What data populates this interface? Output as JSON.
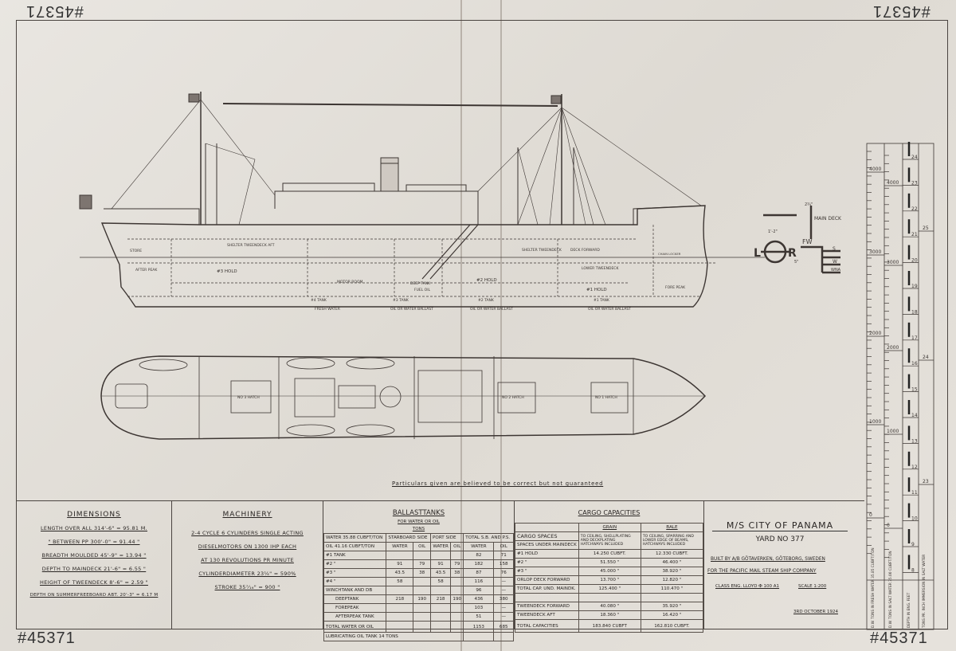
{
  "drawing_number": "#45371",
  "note": "Particulars given are believed to be correct but not guaranteed",
  "profile_labels": {
    "store": "Store",
    "after_peak": "After peak",
    "hold3": "#3 Hold",
    "motor_room": "Motor room",
    "shelter_aft": "Shelter tweendeck aft",
    "deep_tank": "Deep tank",
    "fuel_oil": "Fuel oil",
    "hold2": "#2 Hold",
    "shelter_fwd_1": "Shelter tweendeck",
    "shelter_fwd_2": "Deck forward",
    "lower_tween": "Lower tweendeck",
    "hold1": "#1 Hold",
    "fore_peak": "Fore peak",
    "chain_locker": "Chain locker",
    "tank4": "#4 Tank",
    "fresh_water": "Fresh water",
    "tank3": "#3 Tank",
    "tank2": "#2 Tank",
    "tank1": "#1 Tank",
    "ballast": "Oil or water ballast"
  },
  "plan_labels": {
    "hatch3": "No 3 hatch",
    "hatch2": "No 2 hatch",
    "hatch1": "No 1 hatch"
  },
  "freeboard_mark": {
    "main_deck": "Main deck",
    "fw": "FW",
    "l": "L",
    "r": "R",
    "s": "S",
    "w": "W",
    "wna": "WNA",
    "dim1": "2¾\"",
    "dim2": "1'-2\"",
    "dim3": "5\""
  },
  "dimensions": {
    "title": "Dimensions",
    "lines": [
      "Length over all 314'-6\" = 95.81 m.",
      "\" between PP 300'-0\" = 91.44 \"",
      "Breadth moulded 45'-9\" = 13.94 \"",
      "Depth to maindeck 21'-6\" = 6.55 \"",
      "Height of tweendeck 8'-6\" = 2.59 \"",
      "Depth on summerfreeboard abt. 20'-3\" = 6.17 m"
    ]
  },
  "machinery": {
    "title": "Machinery",
    "lines": [
      "2-4 cycle 6 cylinders single acting",
      "Dieselmotors on 1300 IHP each",
      "at 130 revolutions pr minute",
      "Cylinderdiameter 23¼\" = 590%",
      "Stroke 35⁷⁄₁₆\" = 900 \""
    ]
  },
  "ballast": {
    "title": "Ballasttanks",
    "subtitle": "For water or oil",
    "unit": "Tons",
    "hdr_water": "Water 35.88 cubft/ton",
    "hdr_oil": "Oil 41.16 cubft/ton",
    "hdr_stb": "Starboard side",
    "hdr_port": "Port side",
    "hdr_total": "Total S.B. and P.S.",
    "col_water": "Water",
    "col_oil": "Oil",
    "rows": [
      {
        "label": "#1 Tank",
        "sw": "",
        "so": "",
        "pw": "",
        "po": "",
        "tw": "82",
        "to": "71"
      },
      {
        "label": "#2 \"",
        "sw": "91",
        "so": "79",
        "pw": "91",
        "po": "79",
        "tw": "182",
        "to": "158"
      },
      {
        "label": "#3 \"",
        "sw": "43.5",
        "so": "38",
        "pw": "43.5",
        "po": "38",
        "tw": "87",
        "to": "76"
      },
      {
        "label": "#4 \"",
        "sw": "58",
        "so": "",
        "pw": "58",
        "po": "",
        "tw": "116",
        "to": "—"
      },
      {
        "label": "Winchtank and DB",
        "sw": "",
        "so": "",
        "pw": "",
        "po": "",
        "tw": "96",
        "to": "—"
      },
      {
        "label": "Deeptank",
        "sw": "218",
        "so": "190",
        "pw": "218",
        "po": "190",
        "tw": "436",
        "to": "380"
      },
      {
        "label": "Forepeak",
        "sw": "",
        "so": "",
        "pw": "",
        "po": "",
        "tw": "103",
        "to": "—"
      },
      {
        "label": "Afterpeak tank",
        "sw": "",
        "so": "",
        "pw": "",
        "po": "",
        "tw": "51",
        "to": "—"
      }
    ],
    "total_label": "Total water or oil",
    "total_water": "1153",
    "total_oil": "685",
    "lube": "Lubricating oil tank 14 tons"
  },
  "cargo": {
    "title": "Cargo capacities",
    "grain": "Grain",
    "bale": "Bale",
    "hdr_spaces": "Cargo spaces",
    "hdr_under": "Spaces under maindeck",
    "grain_desc": "To ceiling, shellplating and deckplating hatchways included",
    "bale_desc": "To ceiling, sparring and lower edge of beams, hatchways included",
    "rows": [
      {
        "label": "#1 Hold",
        "grain": "14.250 cubft.",
        "bale": "12.330 cubft."
      },
      {
        "label": "#2 \"",
        "grain": "51.550 \"",
        "bale": "46.400 \""
      },
      {
        "label": "#3 \"",
        "grain": "45.000 \"",
        "bale": "38.920 \""
      },
      {
        "label": "Orlop deck forward",
        "grain": "13.700 \"",
        "bale": "12.820 \""
      },
      {
        "label": "Total cap. und. maindk.",
        "grain": "125.400 \"",
        "bale": "110.470 \""
      },
      {
        "label": "",
        "grain": "",
        "bale": ""
      },
      {
        "label": "Tweendeck forward",
        "grain": "40.080 \"",
        "bale": "35.920 \""
      },
      {
        "label": "Tweendeck aft",
        "grain": "18.360 \"",
        "bale": "16.420 \""
      }
    ],
    "total_label": "Total capacities",
    "total_grain": "183.840 cubft",
    "total_bale": "162.810 cubft."
  },
  "title_block": {
    "ship": "M/S City of Panama",
    "yard": "Yard No 377",
    "builder": "Built by A/B Götaverken, Göteborg, Sweden",
    "owner": "for the Pacific Mail Steam Ship Company",
    "class": "Class Eng. Lloyd ✠ 100 A1",
    "scale": "Scale 1:200",
    "date": "3rd October 1924"
  },
  "scale_column": {
    "fresh_ticks": [
      "4000",
      "3000",
      "2000",
      "1000",
      "0"
    ],
    "salt_ticks": [
      "4000",
      "3000",
      "2000",
      "1000",
      "0"
    ],
    "depth_ticks": [
      "24",
      "23",
      "22",
      "21",
      "20",
      "19",
      "18",
      "17",
      "16",
      "15",
      "14",
      "13",
      "12",
      "11",
      "10",
      "9",
      "8"
    ],
    "tpi_ticks": [
      "25",
      "24",
      "23"
    ],
    "hdr_fresh": "D.W. tons in fresh water 35.85 cubft/ton",
    "hdr_salt": "D.W. tons in salt water 35.00 cubft/ton",
    "hdr_depth": "Depth in Eng. feet",
    "hdr_tpi": "Tons pr. inch immersion in salt water"
  }
}
